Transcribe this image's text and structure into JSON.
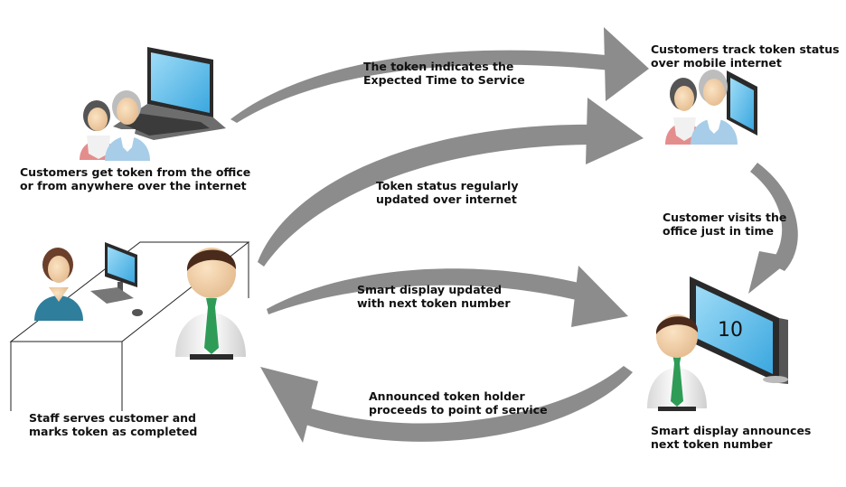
{
  "labels": {
    "get_token": [
      "Customers get token from the office",
      "or from anywhere over the internet"
    ],
    "expected_time": [
      "The token indicates the",
      "Expected Time to Service"
    ],
    "track_status": [
      "Customers track token status",
      "over mobile internet"
    ],
    "status_updated": [
      "Token status regularly",
      "updated over internet"
    ],
    "visit_office": [
      "Customer visits the",
      "office just in time"
    ],
    "display_updated": [
      "Smart display updated",
      "with next token number"
    ],
    "proceeds": [
      "Announced token holder",
      "proceeds to point of service"
    ],
    "staff_serves": [
      "Staff serves customer and",
      "marks token as completed"
    ],
    "display_announces": [
      "Smart display announces",
      "next token number"
    ]
  },
  "display": {
    "token_number": "10"
  },
  "colors": {
    "arrow": "#8c8c8c",
    "screen": "#6cc8ef",
    "tie": "#2e9c57"
  }
}
